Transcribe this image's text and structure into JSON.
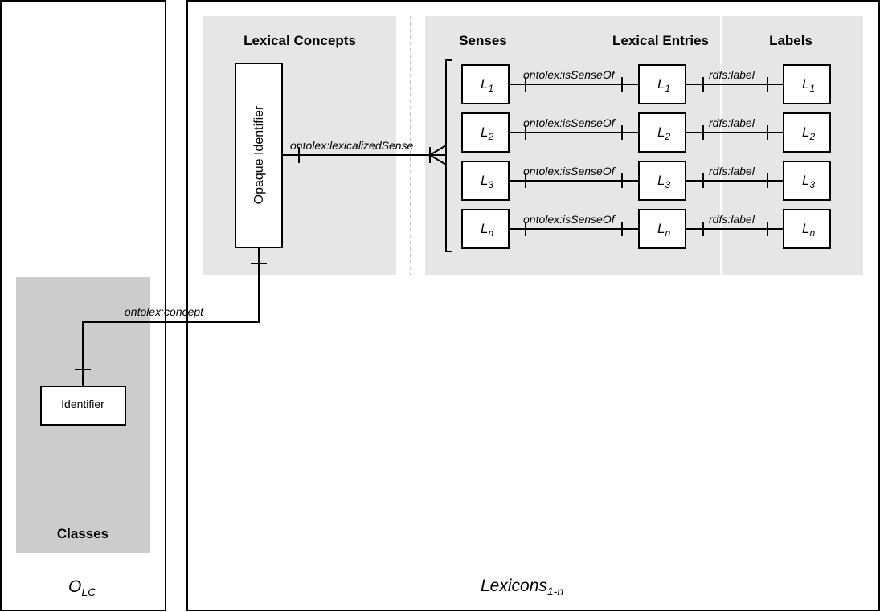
{
  "left_frame": {
    "panel_title": "Classes",
    "node_label": "Identifier",
    "caption_main": "O",
    "caption_sub": "LC"
  },
  "right_frame": {
    "caption_main": "Lexicons",
    "caption_sub": "1-n"
  },
  "lexical_concepts": {
    "title": "Lexical Concepts",
    "node_label": "Opaque Identifier"
  },
  "senses_title": "Senses",
  "entries_title": "Lexical Entries",
  "labels_title": "Labels",
  "edges": {
    "concept": "ontolex:concept",
    "lexicalized_sense": "ontolex:lexicalizedSense",
    "is_sense_of": "ontolex:isSenseOf",
    "label": "rdfs:label"
  },
  "rows": [
    {
      "letter": "L",
      "sub": "1"
    },
    {
      "letter": "L",
      "sub": "2"
    },
    {
      "letter": "L",
      "sub": "3"
    },
    {
      "letter": "L",
      "sub": "n"
    }
  ],
  "colors": {
    "frame": "#000000",
    "panel_light": "#e6e6e6",
    "panel_dark": "#cccccc",
    "node_fill": "#ffffff"
  }
}
